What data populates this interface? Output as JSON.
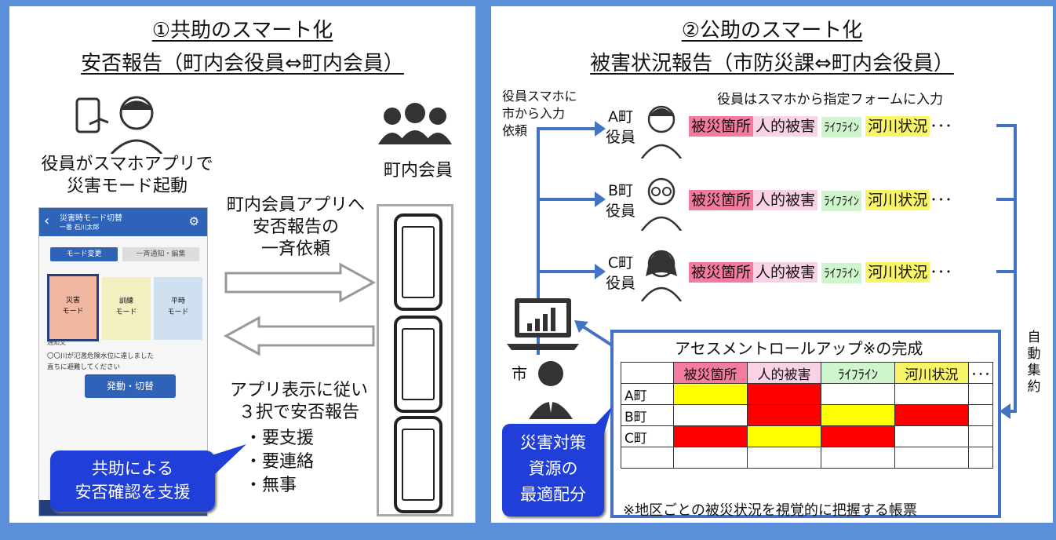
{
  "left": {
    "title1": "①共助のスマート化",
    "title2": "安否報告（町内会役員⇔町内会員）",
    "officer_caption": [
      "役員がスマホアプリで",
      "災害モード起動"
    ],
    "members_caption": "町内会員",
    "request_text": [
      "町内会員アプリへ",
      "安否報告の",
      "一斉依頼"
    ],
    "report_text": [
      "アプリ表示に従い",
      "３択で安否報告",
      "・要支援",
      "・要連絡",
      "・無事"
    ],
    "callout": [
      "共助による",
      "安否確認を支援"
    ],
    "app": {
      "title": "災害時モード切替",
      "subtitle": "一番 石川太郎",
      "tab_active": "モード変更",
      "tab_inactive": "一斉通知・編集",
      "modes": [
        [
          "災害",
          "モード"
        ],
        [
          "訓練",
          "モード"
        ],
        [
          "平時",
          "モード"
        ]
      ],
      "notice_label": "通知文",
      "notice_text": [
        "〇〇川が氾濫危険水位に達しました",
        "直ちに避難してください"
      ],
      "action_button": "発動・切替"
    }
  },
  "right": {
    "title1": "②公助のスマート化",
    "title2": "被害状況報告（市防災課⇔町内会役員）",
    "request_label": [
      "役員スマホに",
      "市から入力",
      "依頼"
    ],
    "input_note": "役員はスマホから指定フォームに入力",
    "officers": [
      [
        "A町",
        "役員"
      ],
      [
        "B町",
        "役員"
      ],
      [
        "C町",
        "役員"
      ]
    ],
    "categories": [
      "被災箇所",
      "人的被害",
      "ﾗｲﾌﾗｲﾝ",
      "河川状況"
    ],
    "dots": "･･･",
    "aggregate_label": [
      "自",
      "動",
      "集",
      "約"
    ],
    "city_label": "市",
    "assessment_title": "アセスメントロールアップ※の完成",
    "table": {
      "headers": [
        "被災箇所",
        "人的被害",
        "ﾗｲﾌﾗｲﾝ",
        "河川状況",
        "･･･"
      ],
      "rows": [
        {
          "label": "A町",
          "cells": [
            "Y",
            "R",
            "",
            "",
            ""
          ]
        },
        {
          "label": "B町",
          "cells": [
            "",
            "R",
            "Y",
            "R",
            ""
          ]
        },
        {
          "label": "C町",
          "cells": [
            "R",
            "Y",
            "R",
            "",
            ""
          ]
        },
        {
          "label": "",
          "cells": [
            "",
            "",
            "",
            "",
            ""
          ]
        }
      ]
    },
    "city_callout": [
      "災害対策",
      "資源の",
      "最適配分"
    ],
    "footnote": "※地区ごとの被災状況を視覚的に把握する帳票"
  }
}
